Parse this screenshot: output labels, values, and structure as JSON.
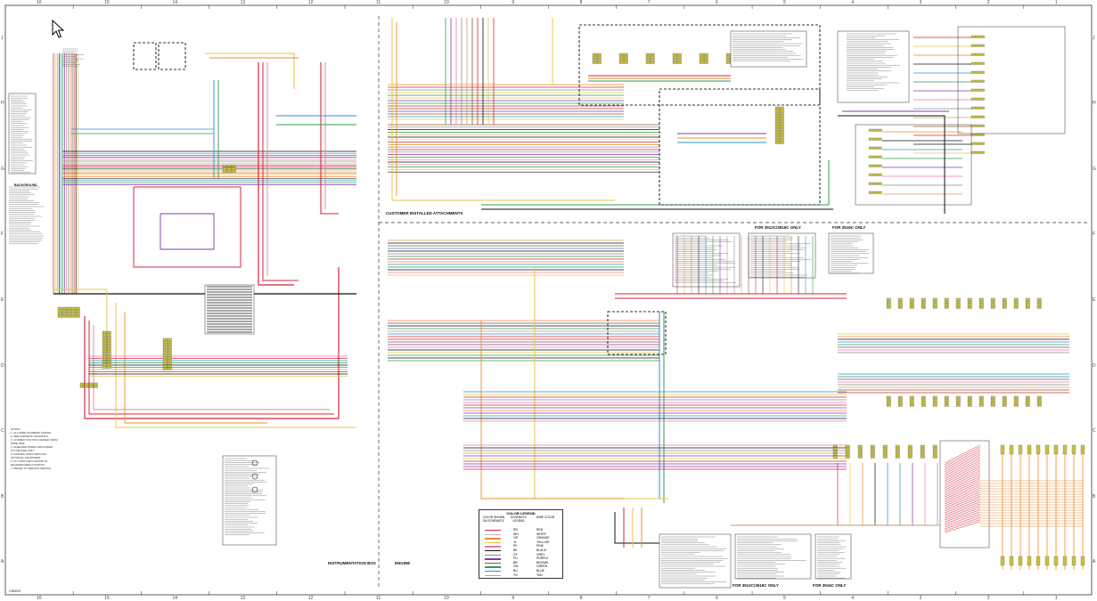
{
  "document": {
    "drawing_number": "CM509",
    "zones_top": [
      "16",
      "15",
      "14",
      "13",
      "12",
      "11",
      "10",
      "9",
      "8",
      "7",
      "6",
      "5",
      "4",
      "3",
      "2",
      "1"
    ],
    "zones_side": [
      "J",
      "H",
      "G",
      "F",
      "E",
      "D",
      "C",
      "B",
      "A"
    ]
  },
  "sections": {
    "instrumentation_box": "INSTRUMENTATION BOX",
    "engine": "ENGINE",
    "customer_installed_attachments": "CUSTOMER INSTALLED ATTACHMENTS",
    "for_cr_id_only_a": "FOR 3512C/3516C ONLY",
    "for_cr_id_only_b": "FOR 3516C ONLY",
    "for_cr_id_only_c": "FOR 3512C/3516C ONLY",
    "for_cr_id_only_d": "FOR 3516C ONLY",
    "background_label": "BACKGROUND"
  },
  "legend": {
    "title": "COLOR LEGEND",
    "col1": "COLOR SHOWN ON SCHEMATIC",
    "col2": "SCHEMATIC LEGEND",
    "col3": "WIRE COLOR",
    "rows": [
      {
        "code": "RD",
        "name": "RED",
        "color": "#d7263d"
      },
      {
        "code": "WH",
        "name": "WHITE",
        "color": "#bdbdbd"
      },
      {
        "code": "OR",
        "name": "ORANGE",
        "color": "#f28c28"
      },
      {
        "code": "YL",
        "name": "YELLOW",
        "color": "#e8c547"
      },
      {
        "code": "PK",
        "name": "PINK",
        "color": "#e87ea1"
      },
      {
        "code": "BK",
        "name": "BLACK",
        "color": "#111111"
      },
      {
        "code": "GY",
        "name": "GREY",
        "color": "#8a8a8a"
      },
      {
        "code": "PU",
        "name": "PURPLE",
        "color": "#7b3fa0"
      },
      {
        "code": "BR",
        "name": "BROWN",
        "color": "#8b5a2b"
      },
      {
        "code": "GN",
        "name": "GREEN",
        "color": "#2e9e4f"
      },
      {
        "code": "BU",
        "name": "BLUE",
        "color": "#2f8fd1"
      },
      {
        "code": "TN",
        "name": "TAN",
        "color": "#c8a165"
      }
    ]
  },
  "notes": [
    "NOTES:",
    "1. ALL WIRE NUMBERS SHOWN",
    "2. SEE HARNESS DRAWINGS",
    "3. CONNECTOR PINS VIEWED FROM",
    "   WIRE SIDE",
    "4. SHIELDED WIRES GROUNDED",
    "   AT ONE END ONLY",
    "5. DASHED LINES INDICATE",
    "   OPTIONAL EQUIPMENT",
    "6. ALL SWITCHES SHOWN IN",
    "   DE-ENERGIZED POSITION",
    "7. REFER TO SERVICE MANUAL"
  ],
  "colors": {
    "red": "#d7263d",
    "yellow": "#e8c547",
    "orange": "#f28c28",
    "black": "#111111",
    "blue": "#2f8fd1",
    "green": "#2e9e4f",
    "purple": "#7b3fa0",
    "pink": "#e87ea1",
    "grey": "#8a8a8a",
    "brown": "#8b5a2b",
    "tan": "#c8a165",
    "olive": "#8a8a1a",
    "connector": "#c9c23a",
    "border": "#333333"
  },
  "icons": {
    "cursor": "mouse-pointer-icon"
  }
}
